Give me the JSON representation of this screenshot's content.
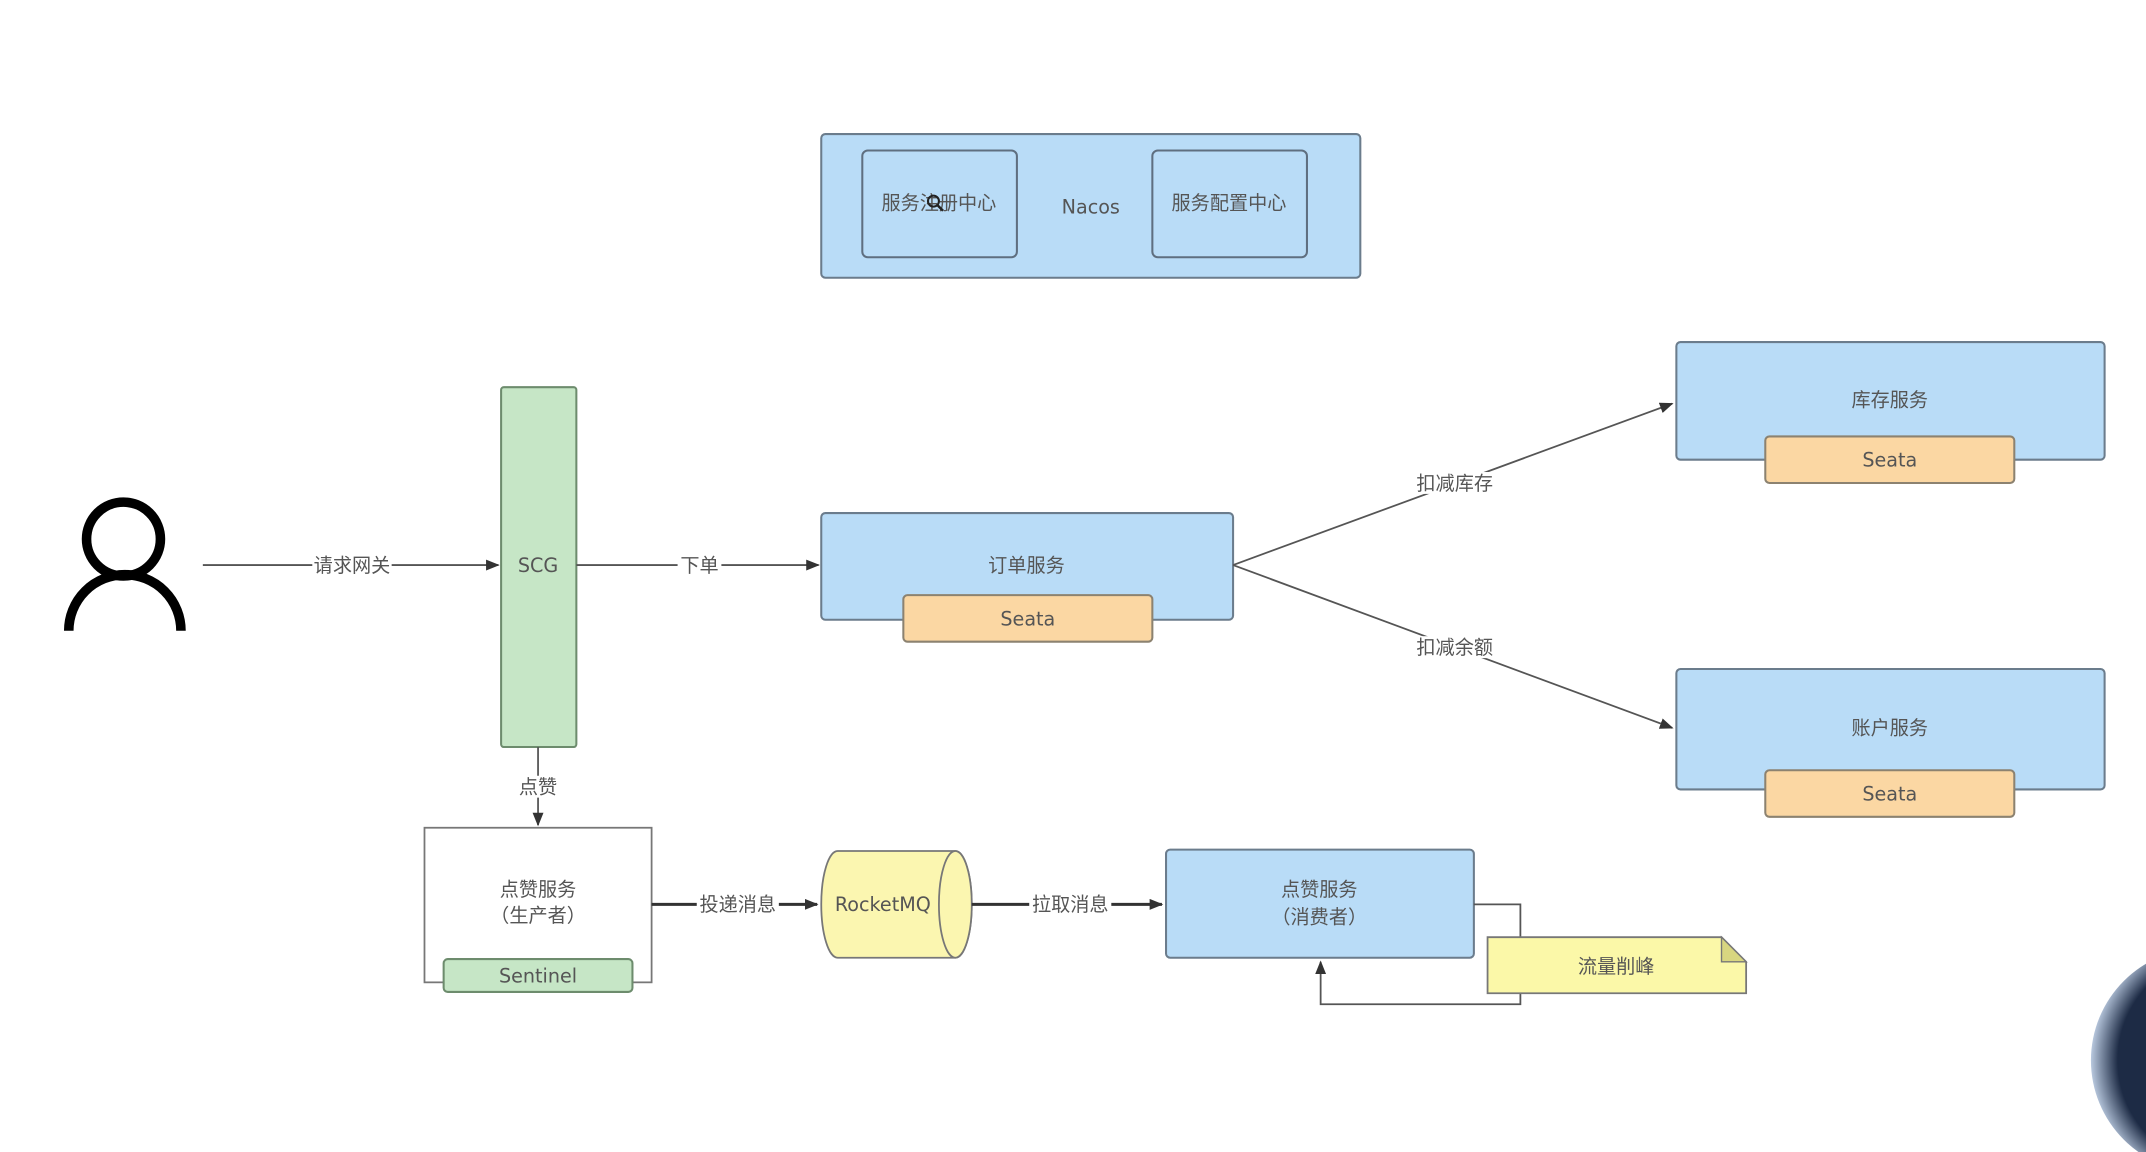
{
  "nacos": {
    "title": "Nacos",
    "registry": "服务注册中心",
    "config": "服务配置中心"
  },
  "gateway": {
    "label": "SCG"
  },
  "edges": {
    "request_gateway": "请求网关",
    "place_order": "下单",
    "deduct_stock": "扣减库存",
    "deduct_balance": "扣减余额",
    "like": "点赞",
    "deliver_message": "投递消息",
    "pull_message": "拉取消息"
  },
  "order_service": {
    "title": "订单服务",
    "tag": "Seata"
  },
  "stock_service": {
    "title": "库存服务",
    "tag": "Seata"
  },
  "account_service": {
    "title": "账户服务",
    "tag": "Seata"
  },
  "like_producer": {
    "title": "点赞服务",
    "subtitle": "（生产者）",
    "tag": "Sentinel"
  },
  "mq": {
    "label": "RocketMQ"
  },
  "like_consumer": {
    "title": "点赞服务",
    "subtitle": "（消费者）"
  },
  "note": {
    "label": "流量削峰"
  },
  "colors": {
    "service": "#b9dcf7",
    "seata": "#fbd7a3",
    "gateway": "#c6e6c6",
    "mq": "#fbf6b0",
    "note": "#fbf8a8"
  },
  "icons": {
    "user": "user-icon",
    "cursor": "zoom-cursor-icon"
  }
}
